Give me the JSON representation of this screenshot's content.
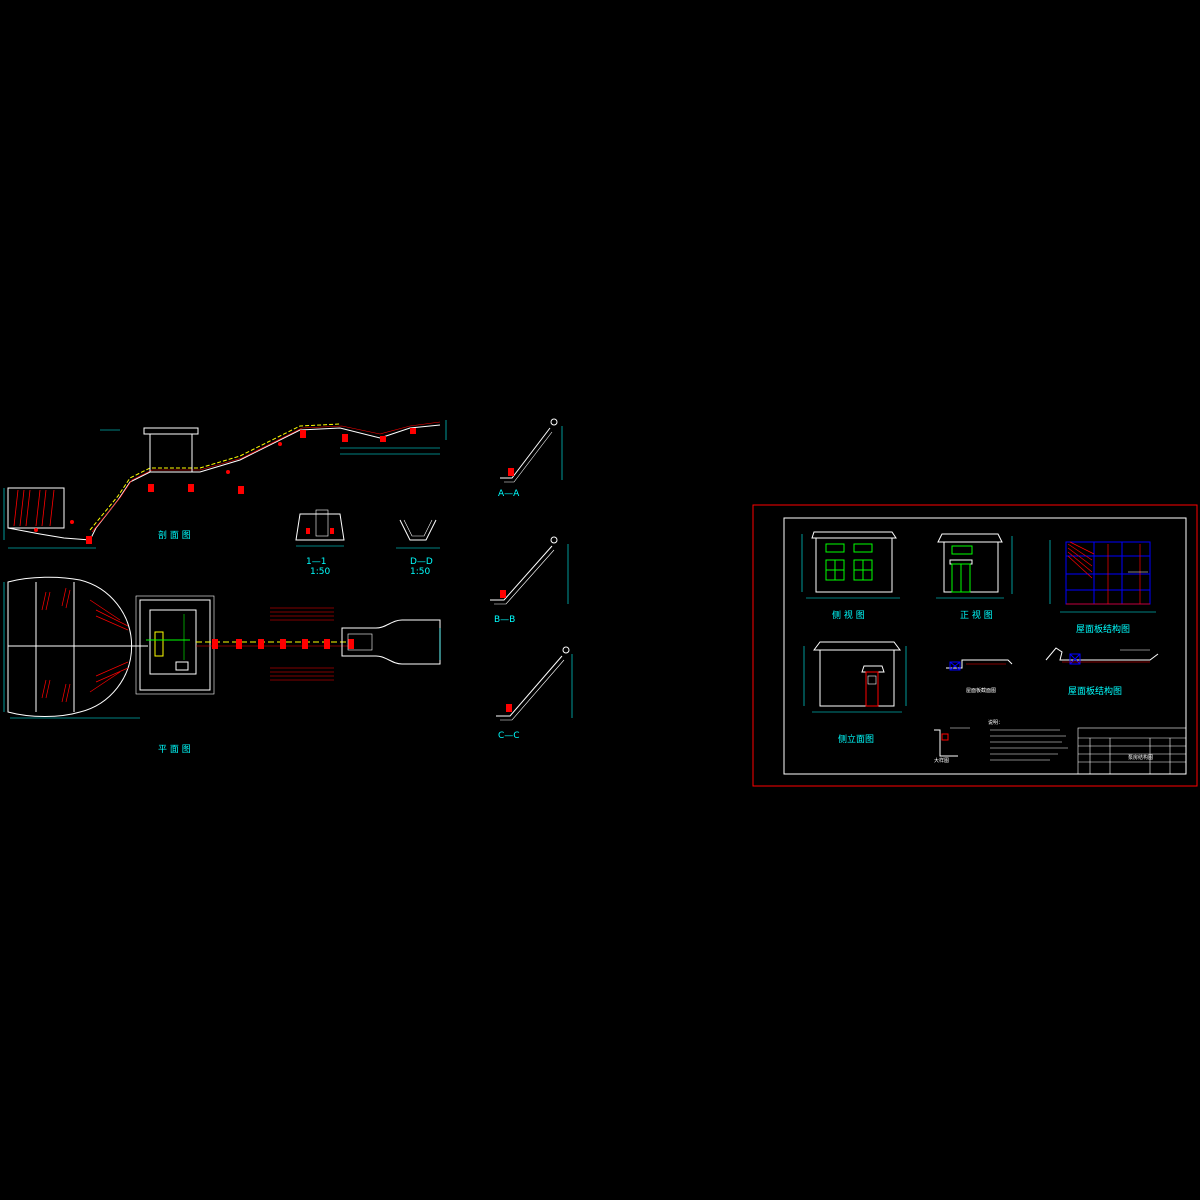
{
  "colors": {
    "background": "#000000",
    "line": "#ffffff",
    "dimension": "#00ffff",
    "accent": "#ff0000",
    "glass": "#00ff00",
    "plan_grid": "#0000ff",
    "yellow": "#ffff00",
    "magenta": "#ff00ff"
  },
  "left_drawing": {
    "section_title": "剖 面 图",
    "plan_title": "平 面 图",
    "sections": [
      {
        "id": "aa",
        "label": "A—A"
      },
      {
        "id": "bb",
        "label": "B—B"
      },
      {
        "id": "cc",
        "label": "C—C"
      }
    ],
    "detail_1": {
      "label": "1—1",
      "scale": "1:50"
    },
    "detail_2": {
      "label": "D—D",
      "scale": "1:50"
    }
  },
  "right_sheet": {
    "views": [
      {
        "id": "side-view",
        "label": "侧 视 图"
      },
      {
        "id": "front-view",
        "label": "正 视 图"
      },
      {
        "id": "roof-plan",
        "label": "屋面板结构图"
      },
      {
        "id": "rear-view",
        "label": "侧立面图"
      },
      {
        "id": "roof-section",
        "label": "屋面板结构图"
      },
      {
        "id": "detail-small",
        "label": "大样图"
      }
    ],
    "notes_header": "说明：",
    "title_block": {
      "drawing_name": "泵房结构图"
    }
  }
}
